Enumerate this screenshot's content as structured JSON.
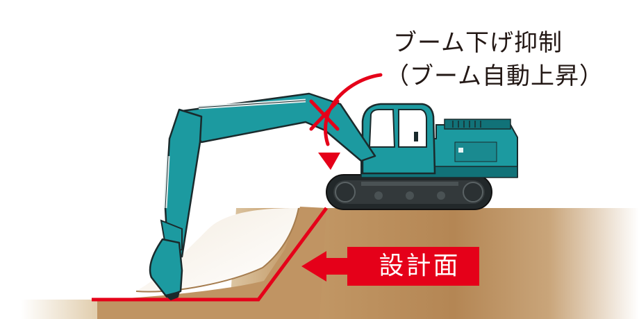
{
  "callout": {
    "title": "ブーム下げ抑制",
    "subtitle": "（ブーム自動上昇）"
  },
  "design_surface": {
    "label": "設計面"
  },
  "colors": {
    "machine_teal": "#1c9aa0",
    "machine_teal_dark": "#117278",
    "machine_outline": "#1a2a2c",
    "track_black": "#22282a",
    "soil_brown": "#b48654",
    "soil_light": "#dcc6a3",
    "warning_red": "#e50019",
    "text_dark": "#231815"
  }
}
